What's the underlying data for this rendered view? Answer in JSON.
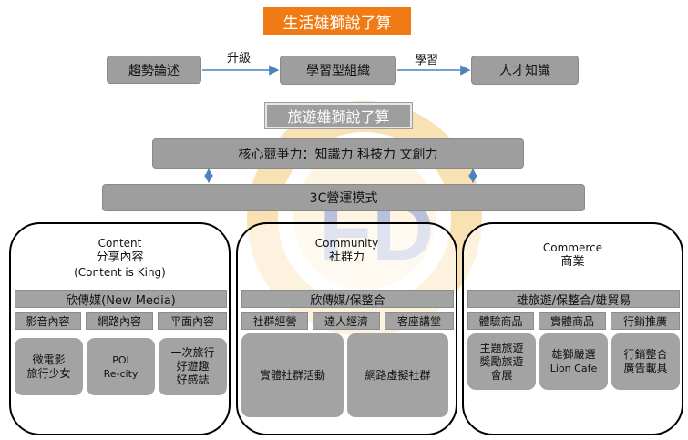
{
  "colors": {
    "orange": "#f07a14",
    "box_gray": "#9e9e9e",
    "arrow_blue": "#4f81bd",
    "watermark_yellow": "#f6d89a",
    "watermark_blue": "#a8b4dd"
  },
  "header": {
    "title": "生活雄獅說了算"
  },
  "flow": {
    "left": "趨勢論述",
    "arrow1_label": "升級",
    "middle": "學習型組織",
    "arrow2_label": "學習",
    "right": "人才知識"
  },
  "subtitle": "旅遊雄獅說了算",
  "core": "核心競爭力：知識力 科技力 文創力",
  "model": "3C營運模式",
  "watermark": {
    "icon": "logo-watermark",
    "text": "FD"
  },
  "panels": [
    {
      "heading": "Content",
      "name": "分享內容",
      "tagline": "(Content is King)",
      "bar": "欣傳媒(New Media)",
      "cats": [
        "影音內容",
        "網路內容",
        "平面內容"
      ],
      "tiles": [
        [
          "微電影",
          "旅行少女"
        ],
        [
          "POI",
          "Re-city"
        ],
        [
          "一次旅行",
          "好遊趣",
          "好感誌"
        ]
      ]
    },
    {
      "heading": "Community",
      "name": "社群力",
      "bar": "欣傳媒/保整合",
      "cats": [
        "社群經營",
        "達人經濟",
        "客座講堂"
      ],
      "tiles": [
        [
          "實體社群活動"
        ],
        [
          "網路虛擬社群"
        ]
      ]
    },
    {
      "heading": "Commerce",
      "name": "商業",
      "bar": "雄旅遊/保整合/雄貿易",
      "cats": [
        "體驗商品",
        "實體商品",
        "行銷推廣"
      ],
      "tiles": [
        [
          "主題旅遊",
          "獎勵旅遊",
          "會展"
        ],
        [
          "雄獅嚴選",
          "Lion Cafe"
        ],
        [
          "行銷整合",
          "廣告載具"
        ]
      ]
    }
  ]
}
